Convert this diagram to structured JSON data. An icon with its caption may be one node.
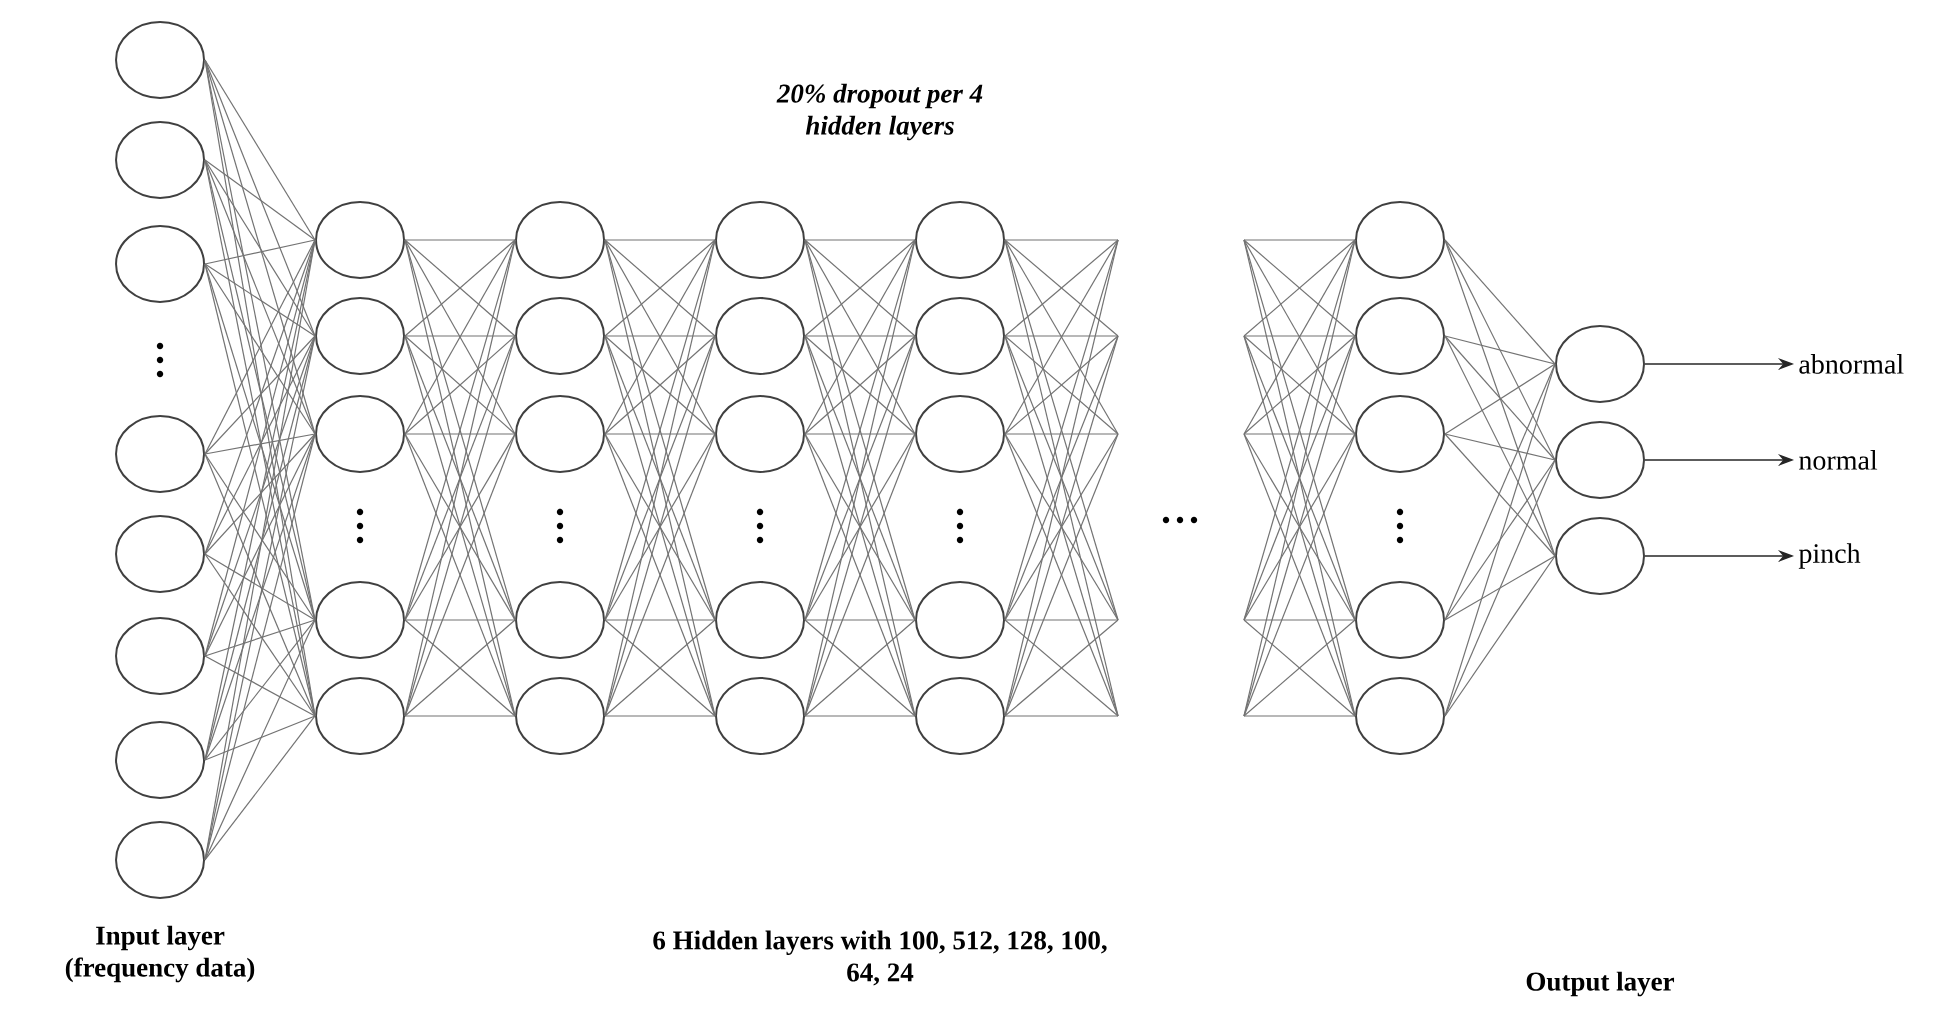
{
  "diagram": {
    "nodes": [
      {
        "text": [],
        "shape": "circle"
      },
      {
        "text": [],
        "shape": "circle"
      },
      {
        "text": [],
        "shape": "circle"
      },
      {
        "text": [],
        "shape": "circle"
      },
      {
        "text": [],
        "shape": "circle"
      },
      {
        "text": [],
        "shape": "circle"
      },
      {
        "text": [],
        "shape": "circle"
      },
      {
        "text": [],
        "shape": "circle"
      },
      {
        "text": [],
        "shape": "circle"
      },
      {
        "text": [],
        "shape": "circle"
      },
      {
        "text": [],
        "shape": "circle"
      },
      {
        "text": [],
        "shape": "circle"
      },
      {
        "text": [],
        "shape": "circle"
      },
      {
        "text": [],
        "shape": "circle"
      },
      {
        "text": [],
        "shape": "circle"
      },
      {
        "text": [],
        "shape": "circle"
      },
      {
        "text": [],
        "shape": "circle"
      },
      {
        "text": [],
        "shape": "circle"
      },
      {
        "text": [],
        "shape": "circle"
      },
      {
        "text": [],
        "shape": "circle"
      },
      {
        "text": [],
        "shape": "circle"
      },
      {
        "text": [],
        "shape": "circle"
      },
      {
        "text": [],
        "shape": "circle"
      },
      {
        "text": [],
        "shape": "circle"
      },
      {
        "text": [],
        "shape": "circle"
      },
      {
        "text": [],
        "shape": "circle"
      },
      {
        "text": [],
        "shape": "circle"
      },
      {
        "text": [],
        "shape": "circle"
      },
      {
        "text": [],
        "shape": "circle"
      },
      {
        "text": [],
        "shape": "circle"
      },
      {
        "text": [],
        "shape": "circle"
      },
      {
        "text": [],
        "shape": "circle"
      },
      {
        "text": [],
        "shape": "circle"
      },
      {
        "text": [],
        "shape": "circle"
      },
      {
        "text": [],
        "shape": "circle"
      },
      {
        "text": [],
        "shape": "circle"
      },
      {
        "text": [
          "abnormal"
        ]
      },
      {
        "text": [
          "normal"
        ]
      },
      {
        "text": [
          "pinch"
        ]
      }
    ],
    "edges": [
      {
        "from": 0,
        "to": 8,
        "arrow": "none"
      },
      {
        "from": 0,
        "to": 9,
        "arrow": "none"
      },
      {
        "from": 0,
        "to": 10,
        "arrow": "none"
      },
      {
        "from": 0,
        "to": 11,
        "arrow": "none"
      },
      {
        "from": 0,
        "to": 12,
        "arrow": "none"
      },
      {
        "from": 1,
        "to": 8,
        "arrow": "none"
      },
      {
        "from": 1,
        "to": 9,
        "arrow": "none"
      },
      {
        "from": 1,
        "to": 10,
        "arrow": "none"
      },
      {
        "from": 1,
        "to": 11,
        "arrow": "none"
      },
      {
        "from": 1,
        "to": 12,
        "arrow": "none"
      },
      {
        "from": 2,
        "to": 8,
        "arrow": "none"
      },
      {
        "from": 2,
        "to": 9,
        "arrow": "none"
      },
      {
        "from": 2,
        "to": 10,
        "arrow": "none"
      },
      {
        "from": 2,
        "to": 11,
        "arrow": "none"
      },
      {
        "from": 2,
        "to": 12,
        "arrow": "none"
      },
      {
        "from": 3,
        "to": 8,
        "arrow": "none"
      },
      {
        "from": 3,
        "to": 9,
        "arrow": "none"
      },
      {
        "from": 3,
        "to": 10,
        "arrow": "none"
      },
      {
        "from": 3,
        "to": 11,
        "arrow": "none"
      },
      {
        "from": 3,
        "to": 12,
        "arrow": "none"
      },
      {
        "from": 4,
        "to": 8,
        "arrow": "none"
      },
      {
        "from": 4,
        "to": 9,
        "arrow": "none"
      },
      {
        "from": 4,
        "to": 10,
        "arrow": "none"
      },
      {
        "from": 4,
        "to": 11,
        "arrow": "none"
      },
      {
        "from": 4,
        "to": 12,
        "arrow": "none"
      },
      {
        "from": 5,
        "to": 8,
        "arrow": "none"
      },
      {
        "from": 5,
        "to": 9,
        "arrow": "none"
      },
      {
        "from": 5,
        "to": 10,
        "arrow": "none"
      },
      {
        "from": 5,
        "to": 11,
        "arrow": "none"
      },
      {
        "from": 5,
        "to": 12,
        "arrow": "none"
      },
      {
        "from": 6,
        "to": 8,
        "arrow": "none"
      },
      {
        "from": 6,
        "to": 9,
        "arrow": "none"
      },
      {
        "from": 6,
        "to": 10,
        "arrow": "none"
      },
      {
        "from": 6,
        "to": 11,
        "arrow": "none"
      },
      {
        "from": 6,
        "to": 12,
        "arrow": "none"
      },
      {
        "from": 7,
        "to": 8,
        "arrow": "none"
      },
      {
        "from": 7,
        "to": 9,
        "arrow": "none"
      },
      {
        "from": 7,
        "to": 10,
        "arrow": "none"
      },
      {
        "from": 7,
        "to": 11,
        "arrow": "none"
      },
      {
        "from": 7,
        "to": 12,
        "arrow": "none"
      },
      {
        "from": 8,
        "to": 13,
        "arrow": "none"
      },
      {
        "from": 8,
        "to": 14,
        "arrow": "none"
      },
      {
        "from": 8,
        "to": 15,
        "arrow": "none"
      },
      {
        "from": 8,
        "to": 16,
        "arrow": "none"
      },
      {
        "from": 8,
        "to": 17,
        "arrow": "none"
      },
      {
        "from": 9,
        "to": 13,
        "arrow": "none"
      },
      {
        "from": 9,
        "to": 14,
        "arrow": "none"
      },
      {
        "from": 9,
        "to": 15,
        "arrow": "none"
      },
      {
        "from": 9,
        "to": 16,
        "arrow": "none"
      },
      {
        "from": 9,
        "to": 17,
        "arrow": "none"
      },
      {
        "from": 10,
        "to": 13,
        "arrow": "none"
      },
      {
        "from": 10,
        "to": 14,
        "arrow": "none"
      },
      {
        "from": 10,
        "to": 15,
        "arrow": "none"
      },
      {
        "from": 10,
        "to": 16,
        "arrow": "none"
      },
      {
        "from": 10,
        "to": 17,
        "arrow": "none"
      },
      {
        "from": 11,
        "to": 13,
        "arrow": "none"
      },
      {
        "from": 11,
        "to": 14,
        "arrow": "none"
      },
      {
        "from": 11,
        "to": 15,
        "arrow": "none"
      },
      {
        "from": 11,
        "to": 16,
        "arrow": "none"
      },
      {
        "from": 11,
        "to": 17,
        "arrow": "none"
      },
      {
        "from": 12,
        "to": 13,
        "arrow": "none"
      },
      {
        "from": 12,
        "to": 14,
        "arrow": "none"
      },
      {
        "from": 12,
        "to": 15,
        "arrow": "none"
      },
      {
        "from": 12,
        "to": 16,
        "arrow": "none"
      },
      {
        "from": 12,
        "to": 17,
        "arrow": "none"
      },
      {
        "from": 13,
        "to": 18,
        "arrow": "none"
      },
      {
        "from": 13,
        "to": 19,
        "arrow": "none"
      },
      {
        "from": 13,
        "to": 20,
        "arrow": "none"
      },
      {
        "from": 13,
        "to": 21,
        "arrow": "none"
      },
      {
        "from": 13,
        "to": 22,
        "arrow": "none"
      },
      {
        "from": 14,
        "to": 18,
        "arrow": "none"
      },
      {
        "from": 14,
        "to": 19,
        "arrow": "none"
      },
      {
        "from": 14,
        "to": 20,
        "arrow": "none"
      },
      {
        "from": 14,
        "to": 21,
        "arrow": "none"
      },
      {
        "from": 14,
        "to": 22,
        "arrow": "none"
      },
      {
        "from": 15,
        "to": 18,
        "arrow": "none"
      },
      {
        "from": 15,
        "to": 19,
        "arrow": "none"
      },
      {
        "from": 15,
        "to": 20,
        "arrow": "none"
      },
      {
        "from": 15,
        "to": 21,
        "arrow": "none"
      },
      {
        "from": 15,
        "to": 22,
        "arrow": "none"
      },
      {
        "from": 16,
        "to": 18,
        "arrow": "none"
      },
      {
        "from": 16,
        "to": 19,
        "arrow": "none"
      },
      {
        "from": 16,
        "to": 20,
        "arrow": "none"
      },
      {
        "from": 16,
        "to": 21,
        "arrow": "none"
      },
      {
        "from": 16,
        "to": 22,
        "arrow": "none"
      },
      {
        "from": 17,
        "to": 18,
        "arrow": "none"
      },
      {
        "from": 17,
        "to": 19,
        "arrow": "none"
      },
      {
        "from": 17,
        "to": 20,
        "arrow": "none"
      },
      {
        "from": 17,
        "to": 21,
        "arrow": "none"
      },
      {
        "from": 17,
        "to": 22,
        "arrow": "none"
      },
      {
        "from": 18,
        "to": 23,
        "arrow": "none"
      },
      {
        "from": 18,
        "to": 24,
        "arrow": "none"
      },
      {
        "from": 18,
        "to": 25,
        "arrow": "none"
      },
      {
        "from": 18,
        "to": 26,
        "arrow": "none"
      },
      {
        "from": 18,
        "to": 27,
        "arrow": "none"
      },
      {
        "from": 19,
        "to": 23,
        "arrow": "none"
      },
      {
        "from": 19,
        "to": 24,
        "arrow": "none"
      },
      {
        "from": 19,
        "to": 25,
        "arrow": "none"
      },
      {
        "from": 19,
        "to": 26,
        "arrow": "none"
      },
      {
        "from": 19,
        "to": 27,
        "arrow": "none"
      },
      {
        "from": 20,
        "to": 23,
        "arrow": "none"
      },
      {
        "from": 20,
        "to": 24,
        "arrow": "none"
      },
      {
        "from": 20,
        "to": 25,
        "arrow": "none"
      },
      {
        "from": 20,
        "to": 26,
        "arrow": "none"
      },
      {
        "from": 20,
        "to": 27,
        "arrow": "none"
      },
      {
        "from": 21,
        "to": 23,
        "arrow": "none"
      },
      {
        "from": 21,
        "to": 24,
        "arrow": "none"
      },
      {
        "from": 21,
        "to": 25,
        "arrow": "none"
      },
      {
        "from": 21,
        "to": 26,
        "arrow": "none"
      },
      {
        "from": 21,
        "to": 27,
        "arrow": "none"
      },
      {
        "from": 22,
        "to": 23,
        "arrow": "none"
      },
      {
        "from": 22,
        "to": 24,
        "arrow": "none"
      },
      {
        "from": 22,
        "to": 25,
        "arrow": "none"
      },
      {
        "from": 22,
        "to": 26,
        "arrow": "none"
      },
      {
        "from": 22,
        "to": 27,
        "arrow": "none"
      },
      {
        "from": 23,
        "to": null,
        "arrow": "none"
      },
      {
        "from": 23,
        "to": null,
        "arrow": "none"
      },
      {
        "from": 23,
        "to": null,
        "arrow": "none"
      },
      {
        "from": 23,
        "to": null,
        "arrow": "none"
      },
      {
        "from": 23,
        "to": null,
        "arrow": "none"
      },
      {
        "from": 24,
        "to": null,
        "arrow": "none"
      },
      {
        "from": 24,
        "to": null,
        "arrow": "none"
      },
      {
        "from": 24,
        "to": null,
        "arrow": "none"
      },
      {
        "from": 24,
        "to": null,
        "arrow": "none"
      },
      {
        "from": 24,
        "to": null,
        "arrow": "none"
      },
      {
        "from": 25,
        "to": null,
        "arrow": "none"
      },
      {
        "from": 25,
        "to": null,
        "arrow": "none"
      },
      {
        "from": 25,
        "to": null,
        "arrow": "none"
      },
      {
        "from": 25,
        "to": null,
        "arrow": "none"
      },
      {
        "from": 25,
        "to": null,
        "arrow": "none"
      },
      {
        "from": 26,
        "to": null,
        "arrow": "none"
      },
      {
        "from": 26,
        "to": null,
        "arrow": "none"
      },
      {
        "from": 26,
        "to": null,
        "arrow": "none"
      },
      {
        "from": 26,
        "to": null,
        "arrow": "none"
      },
      {
        "from": 26,
        "to": null,
        "arrow": "none"
      },
      {
        "from": 27,
        "to": null,
        "arrow": "none"
      },
      {
        "from": 27,
        "to": null,
        "arrow": "none"
      },
      {
        "from": 27,
        "to": null,
        "arrow": "none"
      },
      {
        "from": 27,
        "to": null,
        "arrow": "none"
      },
      {
        "from": 27,
        "to": null,
        "arrow": "none"
      },
      {
        "from": null,
        "to": 28,
        "arrow": "none"
      },
      {
        "from": null,
        "to": 28,
        "arrow": "none"
      },
      {
        "from": null,
        "to": 28,
        "arrow": "none"
      },
      {
        "from": null,
        "to": 28,
        "arrow": "none"
      },
      {
        "from": null,
        "to": 28,
        "arrow": "none"
      },
      {
        "from": null,
        "to": 29,
        "arrow": "none"
      },
      {
        "from": null,
        "to": 29,
        "arrow": "none"
      },
      {
        "from": null,
        "to": 29,
        "arrow": "none"
      },
      {
        "from": null,
        "to": 29,
        "arrow": "none"
      },
      {
        "from": null,
        "to": 29,
        "arrow": "none"
      },
      {
        "from": null,
        "to": 30,
        "arrow": "none"
      },
      {
        "from": null,
        "to": 30,
        "arrow": "none"
      },
      {
        "from": null,
        "to": 30,
        "arrow": "none"
      },
      {
        "from": null,
        "to": 30,
        "arrow": "none"
      },
      {
        "from": null,
        "to": 30,
        "arrow": "none"
      },
      {
        "from": null,
        "to": 31,
        "arrow": "none"
      },
      {
        "from": null,
        "to": 31,
        "arrow": "none"
      },
      {
        "from": null,
        "to": 31,
        "arrow": "none"
      },
      {
        "from": null,
        "to": 31,
        "arrow": "none"
      },
      {
        "from": null,
        "to": 31,
        "arrow": "none"
      },
      {
        "from": null,
        "to": 32,
        "arrow": "none"
      },
      {
        "from": null,
        "to": 32,
        "arrow": "none"
      },
      {
        "from": null,
        "to": 32,
        "arrow": "none"
      },
      {
        "from": null,
        "to": 32,
        "arrow": "none"
      },
      {
        "from": null,
        "to": 32,
        "arrow": "none"
      },
      {
        "from": 28,
        "to": 33,
        "arrow": "none"
      },
      {
        "from": 28,
        "to": 34,
        "arrow": "none"
      },
      {
        "from": 28,
        "to": 35,
        "arrow": "none"
      },
      {
        "from": 29,
        "to": 33,
        "arrow": "none"
      },
      {
        "from": 29,
        "to": 34,
        "arrow": "none"
      },
      {
        "from": 29,
        "to": 35,
        "arrow": "none"
      },
      {
        "from": 30,
        "to": 33,
        "arrow": "none"
      },
      {
        "from": 30,
        "to": 34,
        "arrow": "none"
      },
      {
        "from": 30,
        "to": 35,
        "arrow": "none"
      },
      {
        "from": 31,
        "to": 33,
        "arrow": "none"
      },
      {
        "from": 31,
        "to": 34,
        "arrow": "none"
      },
      {
        "from": 31,
        "to": 35,
        "arrow": "none"
      },
      {
        "from": 32,
        "to": 33,
        "arrow": "none"
      },
      {
        "from": 32,
        "to": 34,
        "arrow": "none"
      },
      {
        "from": 32,
        "to": 35,
        "arrow": "none"
      },
      {
        "from": 33,
        "to": 36,
        "arrow": "to"
      },
      {
        "from": 34,
        "to": 37,
        "arrow": "to"
      },
      {
        "from": 35,
        "to": 38,
        "arrow": "to"
      }
    ],
    "labels": [
      "20% dropout per 4 hidden layers",
      "Input layer (frequency data)",
      "6 Hidden layers with 100, 512, 128, 100, 64, 24",
      "Output layer"
    ]
  }
}
